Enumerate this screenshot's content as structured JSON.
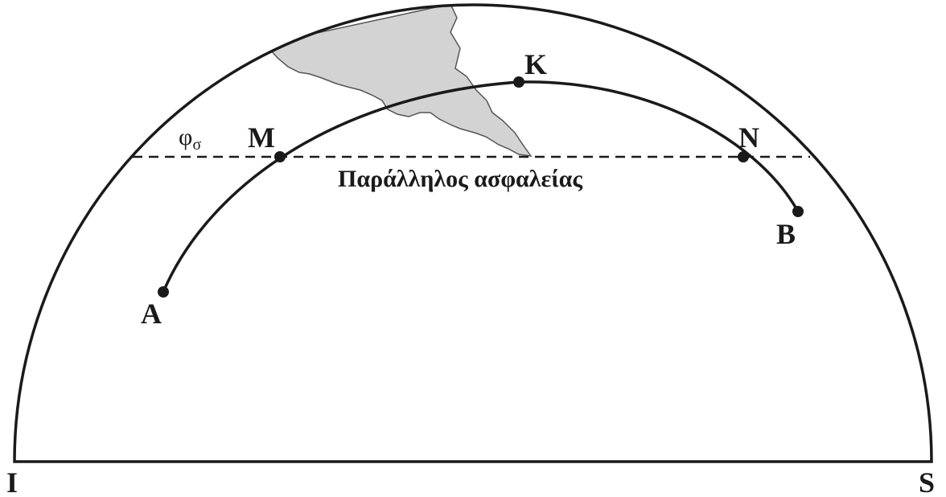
{
  "diagram": {
    "labels": {
      "I": "I",
      "S": "S",
      "A": "A",
      "B": "B",
      "K": "K",
      "M": "M",
      "N": "N",
      "phi": "φ",
      "phi_sub": "σ",
      "parallel_caption": "Παράλληλος ασφαλείας"
    },
    "colors": {
      "line": "#1a1a1a",
      "landmass_fill": "#d3d3d3",
      "landmass_stroke": "#555555"
    }
  }
}
